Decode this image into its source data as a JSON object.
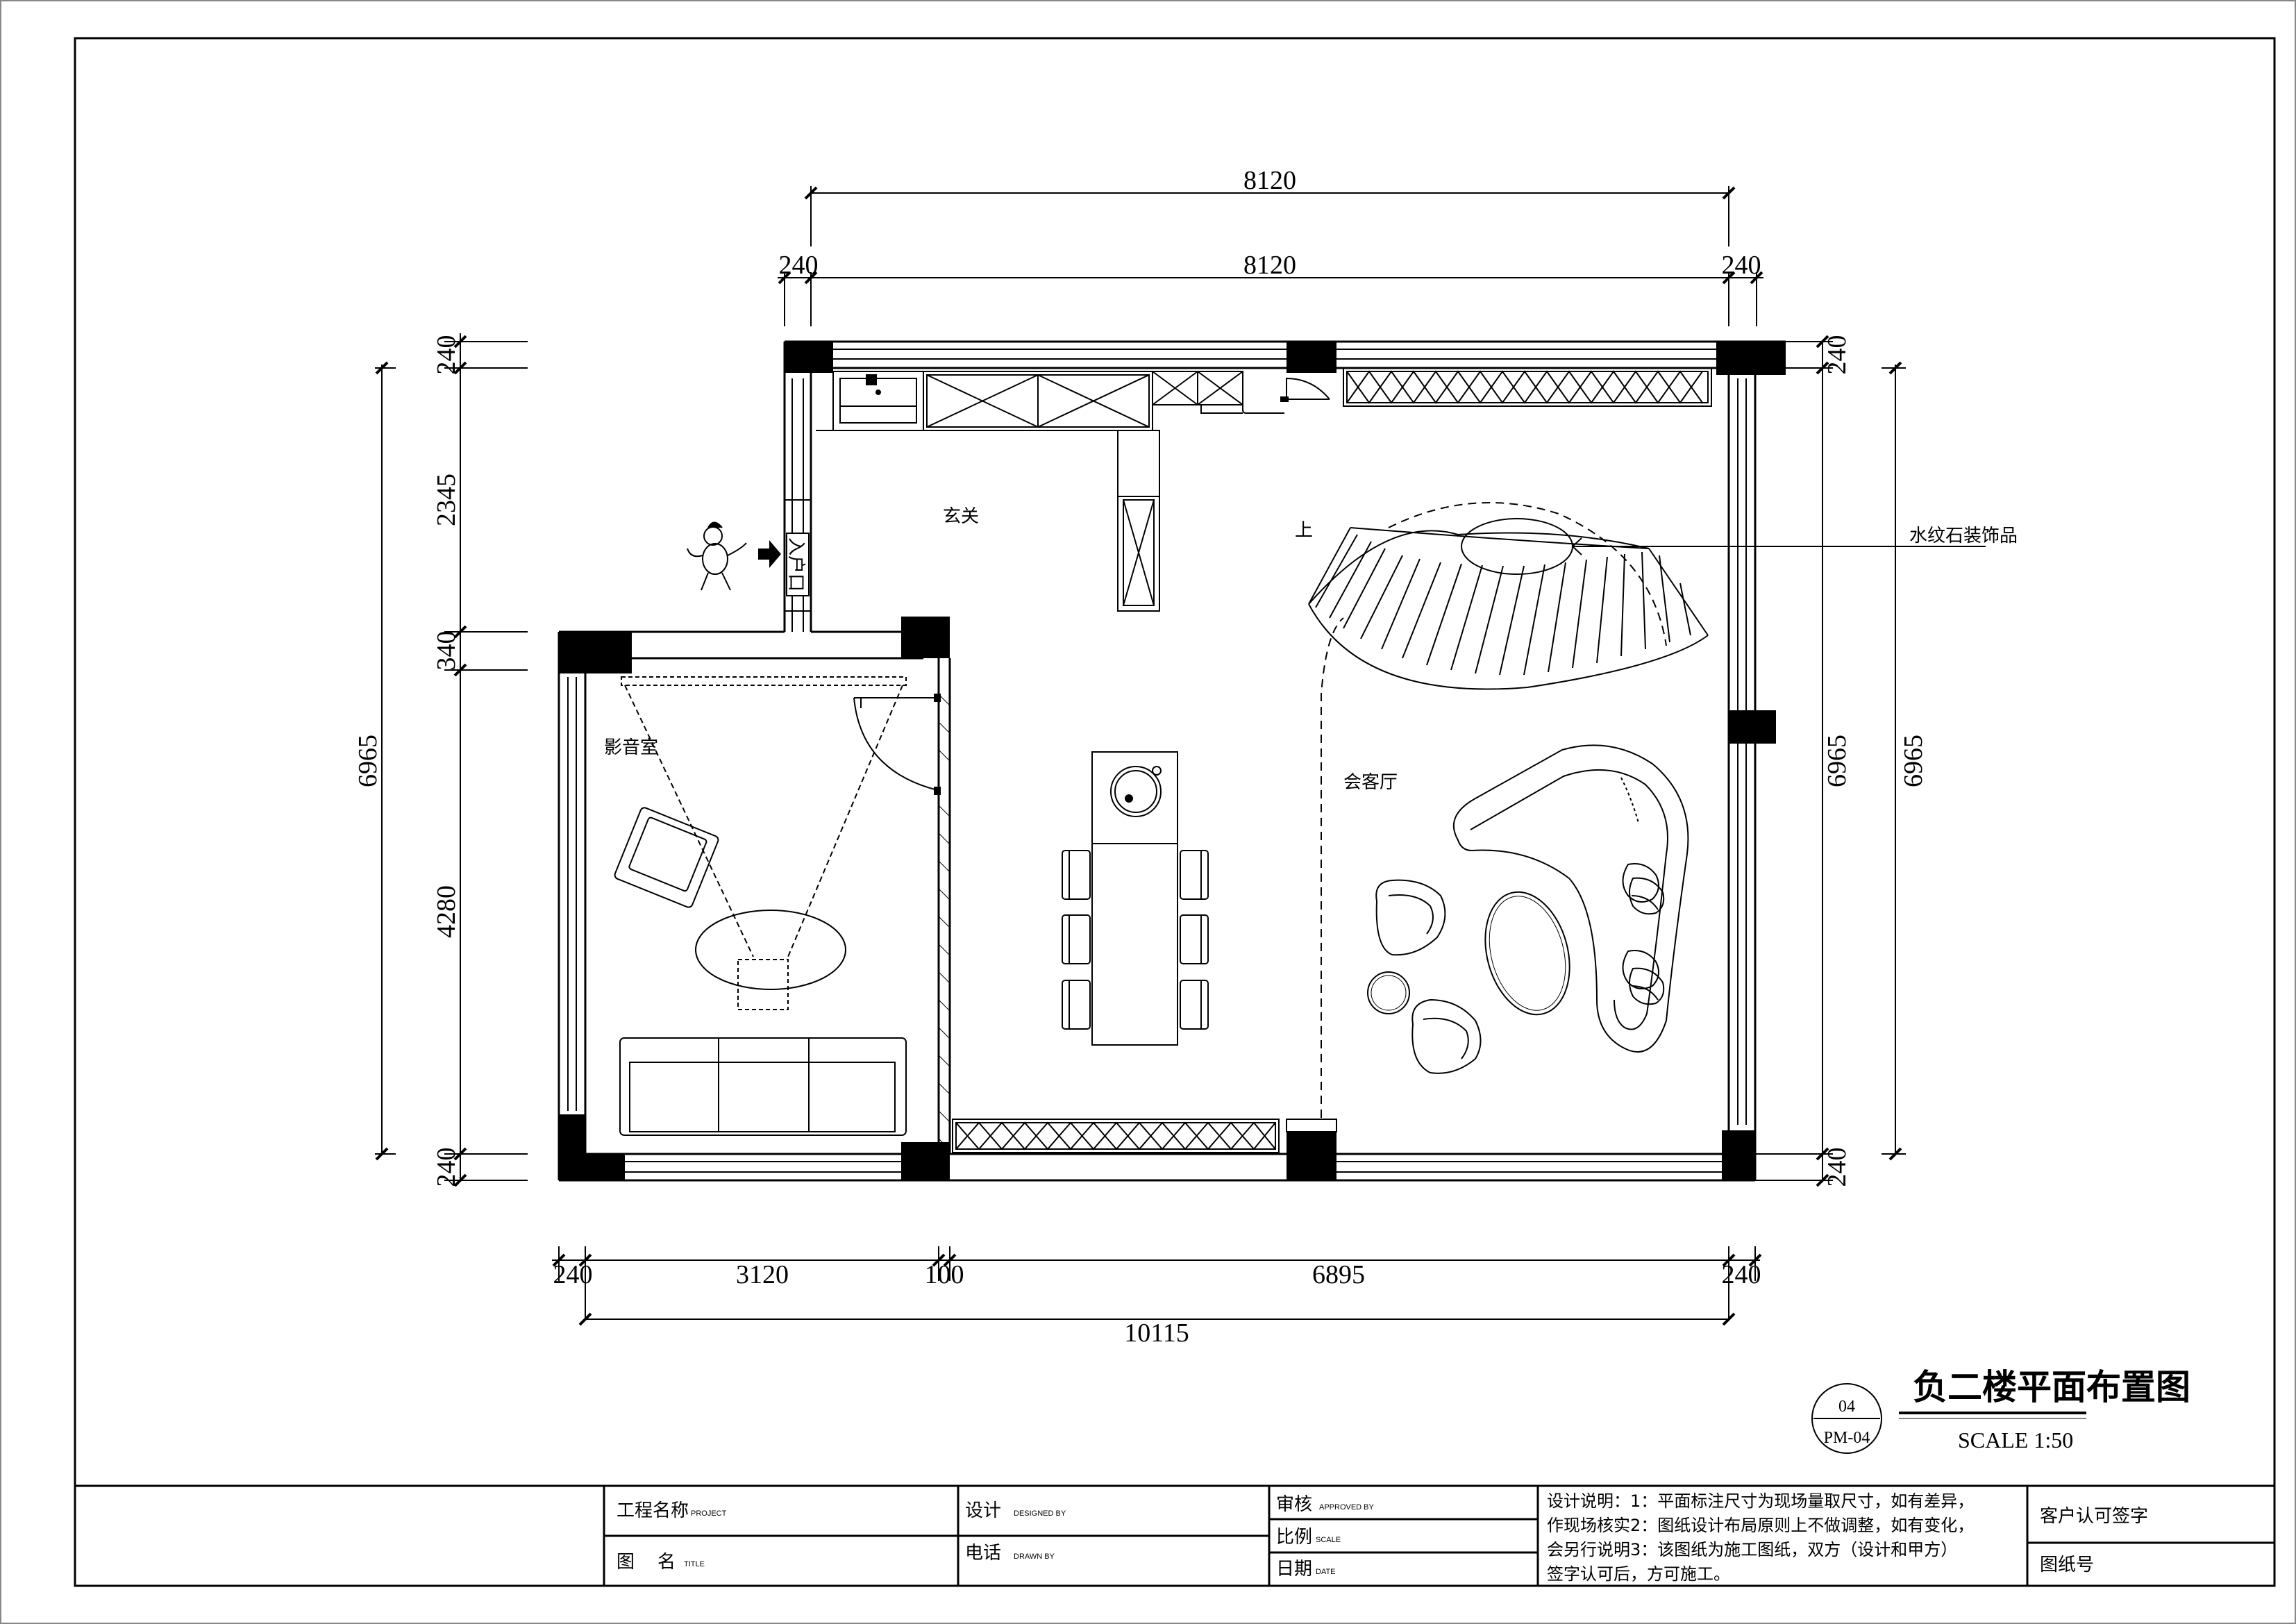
{
  "dimensions": {
    "top_overall": "8120",
    "top_left_wall": "240",
    "top_inner": "8120",
    "top_right_wall": "240",
    "left_outer_total": "6965",
    "left_top_wall": "240",
    "left_upper": "2345",
    "left_step": "340",
    "left_lower": "4280",
    "left_bottom_wall": "240",
    "right_inner_total": "6965",
    "right_outer_total": "6965",
    "right_top_wall": "240",
    "right_bottom_wall": "240",
    "bottom_left_wall": "240",
    "bottom_room1": "3120",
    "bottom_partition": "100",
    "bottom_room2": "6895",
    "bottom_right_wall": "240",
    "bottom_overall": "10115"
  },
  "rooms": {
    "foyer": "玄关",
    "theater": "影音室",
    "lounge": "会客厅",
    "entrance": "入户口",
    "stair_up": "上",
    "callout": "水纹石装饰品"
  },
  "title_block": {
    "drawing_title": "负二楼平面布置图",
    "scale": "SCALE 1:50",
    "sheet_number_top": "04",
    "sheet_number_bottom": "PM-04",
    "project_label": "工程名称",
    "project_label_en": "PROJECT",
    "title_label": "图    名",
    "title_label_en": "TITLE",
    "design_label": "设计",
    "design_label_en": "DESIGNED BY",
    "phone_label": "电话",
    "phone_label_en": "DRAWN BY",
    "review_label": "审核",
    "review_label_en": "APPROVED BY",
    "ratio_label": "比例",
    "ratio_label_en": "SCALE",
    "date_label": "日期",
    "date_label_en": "DATE",
    "notes_line1": "设计说明：1：平面标注尺寸为现场量取尺寸，如有差异，",
    "notes_line2": "作现场核实2：图纸设计布局原则上不做调整，如有变化，",
    "notes_line3": "会另行说明3：该图纸为施工图纸，双方（设计和甲方）",
    "notes_line4": "签字认可后，方可施工。",
    "client_sign_label": "客户认可签字",
    "drawing_no_label": "图纸号"
  }
}
